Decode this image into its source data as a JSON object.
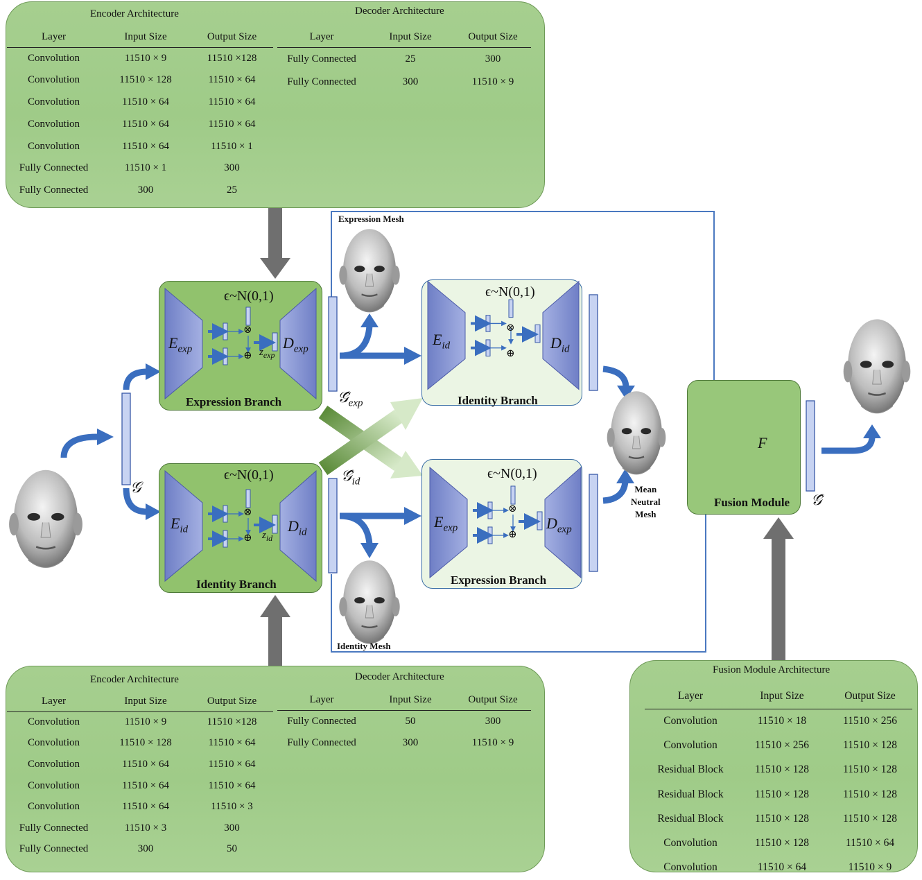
{
  "top_expression_tables": {
    "encoder_title": "Encoder Architecture",
    "decoder_title": "Decoder Architecture",
    "headers": [
      "Layer",
      "Input Size",
      "Output Size"
    ],
    "encoder_rows": [
      [
        "Convolution",
        "11510 × 9",
        "11510 ×128"
      ],
      [
        "Convolution",
        "11510 × 128",
        "11510 × 64"
      ],
      [
        "Convolution",
        "11510 × 64",
        "11510 × 64"
      ],
      [
        "Convolution",
        "11510 × 64",
        "11510 × 64"
      ],
      [
        "Convolution",
        "11510 × 64",
        "11510 × 1"
      ],
      [
        "Fully Connected",
        "11510 × 1",
        "300"
      ],
      [
        "Fully Connected",
        "300",
        "25"
      ]
    ],
    "decoder_rows": [
      [
        "Fully Connected",
        "25",
        "300"
      ],
      [
        "Fully Connected",
        "300",
        "11510 × 9"
      ]
    ]
  },
  "bottom_identity_tables": {
    "encoder_title": "Encoder Architecture",
    "decoder_title": "Decoder Architecture",
    "headers": [
      "Layer",
      "Input Size",
      "Output Size"
    ],
    "encoder_rows": [
      [
        "Convolution",
        "11510 × 9",
        "11510 ×128"
      ],
      [
        "Convolution",
        "11510 × 128",
        "11510 × 64"
      ],
      [
        "Convolution",
        "11510 × 64",
        "11510 × 64"
      ],
      [
        "Convolution",
        "11510 × 64",
        "11510 × 64"
      ],
      [
        "Convolution",
        "11510 × 64",
        "11510 × 3"
      ],
      [
        "Fully Connected",
        "11510 × 3",
        "300"
      ],
      [
        "Fully Connected",
        "300",
        "50"
      ]
    ],
    "decoder_rows": [
      [
        "Fully Connected",
        "50",
        "300"
      ],
      [
        "Fully Connected",
        "300",
        "11510 × 9"
      ]
    ]
  },
  "fusion_table": {
    "title": "Fusion Module Architecture",
    "headers": [
      "Layer",
      "Input Size",
      "Output Size"
    ],
    "rows": [
      [
        "Convolution",
        "11510 × 18",
        "11510 × 256"
      ],
      [
        "Convolution",
        "11510 × 256",
        "11510 × 128"
      ],
      [
        "Residual Block",
        "11510 × 128",
        "11510 × 128"
      ],
      [
        "Residual Block",
        "11510 × 128",
        "11510 × 128"
      ],
      [
        "Residual Block",
        "11510 × 128",
        "11510 × 128"
      ],
      [
        "Convolution",
        "11510 × 128",
        "11510 × 64"
      ],
      [
        "Convolution",
        "11510 × 64",
        "11510 × 9"
      ]
    ]
  },
  "branches": {
    "expression_branch_label": "Expression Branch",
    "identity_branch_label": "Identity Branch",
    "epsilon_label": "ϵ~N(0,1)",
    "fusion_label": "Fusion Module",
    "fusion_symbol": "F"
  },
  "math_labels": {
    "E_exp": "E",
    "E_exp_sub": "exp",
    "D_exp": "D",
    "D_exp_sub": "exp",
    "E_id": "E",
    "E_id_sub": "id",
    "D_id": "D",
    "D_id_sub": "id",
    "z_exp": "z",
    "z_exp_sub": "exp",
    "z_id": "z",
    "z_id_sub": "id",
    "G": "𝒢",
    "G_exp": "𝒢̂",
    "G_exp_sub": "exp",
    "G_id": "𝒢̂",
    "G_id_sub": "id",
    "G_hat": "𝒢̂",
    "otimes": "⊗",
    "oplus": "⊕"
  },
  "mesh_labels": {
    "expression_mesh": "Expression Mesh",
    "identity_mesh": "Identity Mesh",
    "mean_neutral_mesh_1": "Mean",
    "mean_neutral_mesh_2": "Neutral",
    "mean_neutral_mesh_3": "Mesh"
  },
  "colors": {
    "panel_green": "#a6cf8f",
    "branch_green": "#91c26d",
    "light_branch": "#ebf5e4",
    "arrow_blue": "#3a6ebf",
    "trapezoid_blue": "#7f8ecf",
    "connector_gray": "#6f6f6f",
    "loop_blue": "#4a78c0"
  }
}
